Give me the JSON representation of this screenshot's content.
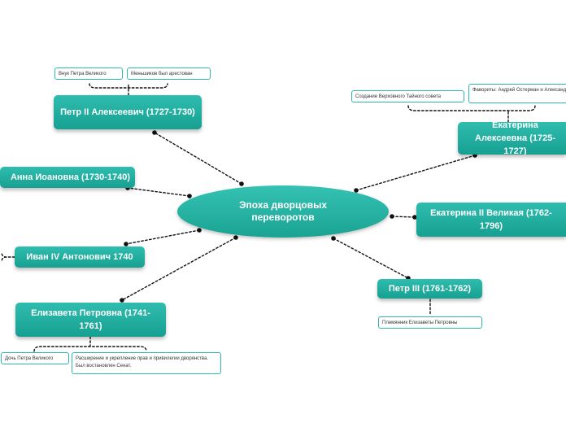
{
  "center": "Эпоха дворцовых переворотов",
  "nodes": {
    "peter2": "Петр II Алексеевич (1727-1730)",
    "anna": "Анна Иоановна (1730-1740)",
    "ivan6": "Иван IV Антонович 1740",
    "elizabeth": "Елизавета Петровна (1741-1761)",
    "peter3": "Петр III (1761-1762)",
    "catherine2": "Екатерина II Великая (1762-1796)",
    "catherine1": "Екатерина Алексеевна (1725-1727)"
  },
  "notes": {
    "peter2_a": "Внук Петра Великого",
    "peter2_b": "Меньшиков был арестован",
    "elizabeth_a": "Дочь Петра Великого",
    "elizabeth_b": "Расширение и укрепление прав и привилегии дворянства. Был востановлен Сенат.",
    "peter3_a": "Племянник Елизаветы Петровны",
    "catherine1_a": "Создание Верховного Тайного совета",
    "catherine1_b": "Фавориты: Андрей Остерман и Александр Меньшиков"
  },
  "colors": {
    "node": "#1aa393",
    "note_border": "#2eb8a8",
    "link": "#111111"
  }
}
